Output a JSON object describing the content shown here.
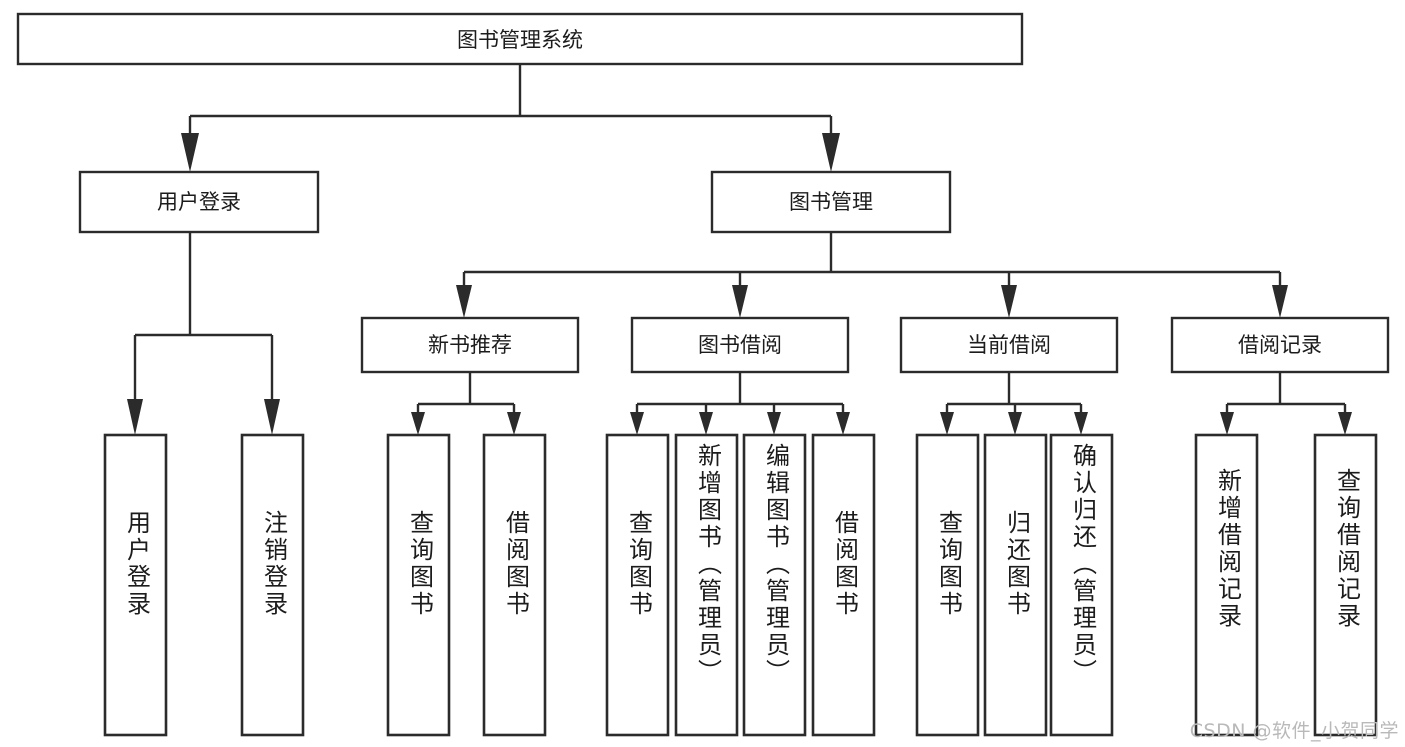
{
  "diagram": {
    "type": "tree-hierarchy",
    "title": "图书管理系统",
    "background_color": "#ffffff",
    "line_color": "#2b2b2b",
    "text_color": "#1c1c1c",
    "root": {
      "label": "图书管理系统"
    },
    "level1": [
      {
        "label": "用户登录"
      },
      {
        "label": "图书管理"
      }
    ],
    "level2": [
      {
        "label": "新书推荐"
      },
      {
        "label": "图书借阅"
      },
      {
        "label": "当前借阅"
      },
      {
        "label": "借阅记录"
      }
    ],
    "leaves": {
      "user_login": [
        {
          "label": "用户登录"
        },
        {
          "label": "注销登录"
        }
      ],
      "new_book_recommend": [
        {
          "label": "查询图书"
        },
        {
          "label": "借阅图书"
        }
      ],
      "book_borrow": [
        {
          "label": "查询图书"
        },
        {
          "label": "新增图书（管理员）"
        },
        {
          "label": "编辑图书（管理员）"
        },
        {
          "label": "借阅图书"
        }
      ],
      "current_borrow": [
        {
          "label": "查询图书"
        },
        {
          "label": "归还图书"
        },
        {
          "label": "确认归还（管理员）"
        }
      ],
      "borrow_record": [
        {
          "label": "新增借阅记录"
        },
        {
          "label": "查询借阅记录"
        }
      ]
    }
  },
  "watermark": {
    "text": "CSDN @软件_小贺同学"
  }
}
